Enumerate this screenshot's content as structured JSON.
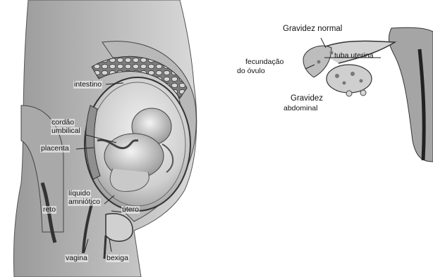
{
  "left_figure": {
    "labels": {
      "intestino": "intestino",
      "cordao_line1": "cordão",
      "cordao_line2": "umbilical",
      "placenta": "placenta",
      "liquido_line1": "líquido",
      "liquido_line2": "amniótico",
      "reto": "reto",
      "utero": "útero",
      "vagina": "vagina",
      "bexiga": "bexiga"
    }
  },
  "right_figure": {
    "labels": {
      "gravidez_normal": "Gravidez normal",
      "fecundacao_line1": "fecundação",
      "fecundacao_line2": "do óvulo",
      "tuba_uterina": "tuba uterina",
      "gravidez_abdominal_line1": "Gravidez",
      "gravidez_abdominal_line2": "abdominal"
    }
  }
}
